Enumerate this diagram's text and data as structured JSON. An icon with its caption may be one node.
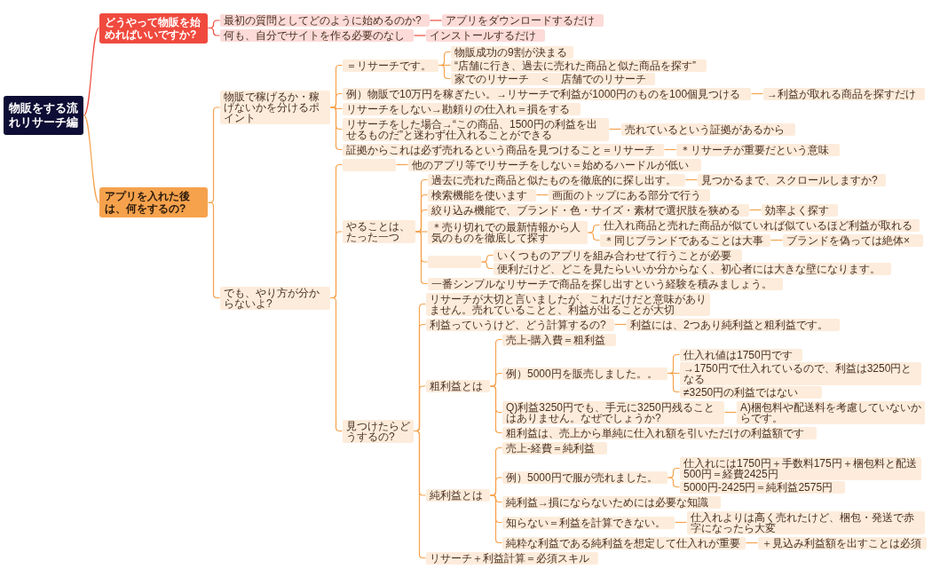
{
  "diagram": {
    "nodes": [
      {
        "text": [
          "物販をする流れリサーチ編"
        ]
      },
      {
        "text": [
          "どうやって物販を始めればいいですか?"
        ]
      },
      {
        "text": [
          "最初の質問としてどのように始めるのか?"
        ]
      },
      {
        "text": [
          "アプリをダウンロードするだけ"
        ]
      },
      {
        "text": [
          "何も、自分でサイトを作る必要のなし"
        ]
      },
      {
        "text": [
          "インストールするだけ"
        ]
      },
      {
        "text": [
          "アプリを入れた後は、何をするの?"
        ]
      },
      {
        "text": [
          "物販で稼げるか・稼げないかを分けるポイント"
        ]
      },
      {
        "text": [
          "＝リサーチです。"
        ]
      },
      {
        "text": [
          "物販成功の9割が決まる"
        ]
      },
      {
        "text": [
          "“店舗に行き、過去に売れた商品と似た商品を探す”"
        ]
      },
      {
        "text": [
          "家でのリサーチ　＜　店舗でのリサーチ"
        ]
      },
      {
        "text": [
          "例）物販で10万円を稼ぎたい。→リサーチで利益が1000円のものを100個見つける"
        ]
      },
      {
        "text": [
          "→利益が取れる商品を探すだけ"
        ]
      },
      {
        "text": [
          "リサーチをしない→勘頼りの仕入れ＝損をする"
        ]
      },
      {
        "text": [
          "リサーチをした場合→“この商品、1500円の利益を出せるものだ”と迷わず仕入れることができる"
        ]
      },
      {
        "text": [
          "売れているという証拠があるから"
        ]
      },
      {
        "text": [
          "証拠からこれは必ず売れるという商品を見つけること＝リサーチ"
        ]
      },
      {
        "text": [
          "＊リサーチが重要だという意味"
        ]
      },
      {
        "text": [
          "でも、やり方が分からないよ?"
        ]
      },
      {
        "text": [],
        "shape": "box"
      },
      {
        "text": [
          "他のアプリ等でリサーチをしない＝始めるハードルが低い"
        ]
      },
      {
        "text": [
          "やることは、たった一つ"
        ]
      },
      {
        "text": [
          "過去に売れた商品と似たものを徹底的に探し出す。"
        ]
      },
      {
        "text": [
          "見つかるまで、スクロールしますか?"
        ]
      },
      {
        "text": [
          "検索機能を使います"
        ]
      },
      {
        "text": [
          "画面のトップにある部分で行う"
        ]
      },
      {
        "text": [
          "絞り込み機能で、ブランド・色・サイズ・素材で選択肢を狭める"
        ]
      },
      {
        "text": [
          "効率よく探す"
        ]
      },
      {
        "text": [
          "＊売り切れでの最新情報から人気のものを徹底して探す"
        ]
      },
      {
        "text": [
          "仕入れ商品と売れた商品が似ていれば似ているほど利益が取れる"
        ]
      },
      {
        "text": [
          "＊同じブランドであることは大事"
        ]
      },
      {
        "text": [
          "ブランドを偽っては絶体×"
        ]
      },
      {
        "text": [],
        "shape": "box"
      },
      {
        "text": [
          "いくつものアプリを組み合わせて行うことが必要"
        ]
      },
      {
        "text": [
          "便利だけど、どこを見たらいいか分からなく、初心者には大きな壁になります。"
        ]
      },
      {
        "text": [
          "一番シンプルなリサーチで商品を探し出すという経験を積みましょう。"
        ]
      },
      {
        "text": [
          "見つけたらどうするの?"
        ]
      },
      {
        "text": [
          "リサーチが大切と言いましたが、これだけだと意味がありません。売れていることと、利益が出ることが大切"
        ]
      },
      {
        "text": [
          "利益っていうけど、どう計算するの?"
        ]
      },
      {
        "text": [
          "利益には、2つあり純利益と粗利益です。"
        ]
      },
      {
        "text": [
          "粗利益とは"
        ]
      },
      {
        "text": [
          "売上-購入費＝粗利益"
        ]
      },
      {
        "text": [
          "例）5000円を販売しました。。"
        ]
      },
      {
        "text": [
          "仕入れ値は1750円です"
        ]
      },
      {
        "text": [
          "→1750円で仕入れているので、利益は3250円となる"
        ]
      },
      {
        "text": [
          "≠3250円の利益ではない"
        ]
      },
      {
        "text": [
          "Q)利益3250円でも、手元に3250円残ることはありません。なぜでしょうか?"
        ]
      },
      {
        "text": [
          "A)梱包料や配送料を考慮していないからです。"
        ]
      },
      {
        "text": [
          "粗利益は、売上から単純に仕入れ額を引いただけの利益額です"
        ]
      },
      {
        "text": [
          "純利益とは"
        ]
      },
      {
        "text": [
          "売上-経費＝純利益"
        ]
      },
      {
        "text": [
          "例）5000円で服が売れました。"
        ]
      },
      {
        "text": [
          "仕入れには1750円＋手数料175円＋梱包料と配送500円＝経費2425円"
        ]
      },
      {
        "text": [
          "5000円-2425円＝純利益2575円"
        ]
      },
      {
        "text": [
          "純利益→損にならないためには必要な知識"
        ]
      },
      {
        "text": [
          "知らない＝利益を計算できない。"
        ]
      },
      {
        "text": [
          "仕入れよりは高く売れたけど、梱包・発送で赤字になったら大変"
        ]
      },
      {
        "text": [
          "純粋な利益である純利益を想定して仕入れが重要"
        ]
      },
      {
        "text": [
          "＋見込み利益額を出すことは必須"
        ]
      },
      {
        "text": [
          "リサーチ＋利益計算＝必須スキル"
        ]
      }
    ],
    "edges": [
      {
        "from": 0,
        "to": 1,
        "arrow": "none",
        "color": "#f04a3e"
      },
      {
        "from": 1,
        "to": 2,
        "arrow": "none",
        "color": "#f04a3e"
      },
      {
        "from": 2,
        "to": 3,
        "arrow": "none",
        "color": "#f04a3e"
      },
      {
        "from": 1,
        "to": 4,
        "arrow": "none",
        "color": "#f04a3e"
      },
      {
        "from": 4,
        "to": 5,
        "arrow": "none",
        "color": "#f04a3e"
      },
      {
        "from": 0,
        "to": 6,
        "arrow": "none"
      },
      {
        "from": 6,
        "to": 7,
        "arrow": "none"
      },
      {
        "from": 7,
        "to": 8,
        "arrow": "none"
      },
      {
        "from": 8,
        "to": 9,
        "arrow": "none"
      },
      {
        "from": 8,
        "to": 10,
        "arrow": "none"
      },
      {
        "from": 8,
        "to": 11,
        "arrow": "none"
      },
      {
        "from": 7,
        "to": 12,
        "arrow": "none"
      },
      {
        "from": 12,
        "to": 13,
        "arrow": "none"
      },
      {
        "from": 7,
        "to": 14,
        "arrow": "none"
      },
      {
        "from": 7,
        "to": 15,
        "arrow": "none"
      },
      {
        "from": 15,
        "to": 16,
        "arrow": "none"
      },
      {
        "from": 7,
        "to": 17,
        "arrow": "none"
      },
      {
        "from": 17,
        "to": 18,
        "arrow": "none"
      },
      {
        "from": 6,
        "to": 19,
        "arrow": "none"
      },
      {
        "from": 19,
        "to": 20,
        "arrow": "none"
      },
      {
        "from": 20,
        "to": 21,
        "arrow": "none"
      },
      {
        "from": 19,
        "to": 22,
        "arrow": "none"
      },
      {
        "from": 22,
        "to": 23,
        "arrow": "none"
      },
      {
        "from": 23,
        "to": 24,
        "arrow": "none"
      },
      {
        "from": 22,
        "to": 25,
        "arrow": "none"
      },
      {
        "from": 25,
        "to": 26,
        "arrow": "none"
      },
      {
        "from": 22,
        "to": 27,
        "arrow": "none"
      },
      {
        "from": 27,
        "to": 28,
        "arrow": "none"
      },
      {
        "from": 22,
        "to": 29,
        "arrow": "none"
      },
      {
        "from": 29,
        "to": 30,
        "arrow": "none"
      },
      {
        "from": 29,
        "to": 31,
        "arrow": "none"
      },
      {
        "from": 31,
        "to": 32,
        "arrow": "none"
      },
      {
        "from": 22,
        "to": 33,
        "arrow": "none"
      },
      {
        "from": 33,
        "to": 34,
        "arrow": "none"
      },
      {
        "from": 33,
        "to": 35,
        "arrow": "none"
      },
      {
        "from": 22,
        "to": 36,
        "arrow": "none"
      },
      {
        "from": 19,
        "to": 37,
        "arrow": "none"
      },
      {
        "from": 37,
        "to": 38,
        "arrow": "none"
      },
      {
        "from": 37,
        "to": 39,
        "arrow": "none"
      },
      {
        "from": 39,
        "to": 40,
        "arrow": "none"
      },
      {
        "from": 37,
        "to": 41,
        "arrow": "none"
      },
      {
        "from": 41,
        "to": 42,
        "arrow": "none"
      },
      {
        "from": 41,
        "to": 43,
        "arrow": "none"
      },
      {
        "from": 43,
        "to": 44,
        "arrow": "none"
      },
      {
        "from": 43,
        "to": 45,
        "arrow": "none"
      },
      {
        "from": 43,
        "to": 46,
        "arrow": "none"
      },
      {
        "from": 41,
        "to": 47,
        "arrow": "none"
      },
      {
        "from": 47,
        "to": 48,
        "arrow": "none"
      },
      {
        "from": 41,
        "to": 49,
        "arrow": "none"
      },
      {
        "from": 37,
        "to": 50,
        "arrow": "none"
      },
      {
        "from": 50,
        "to": 51,
        "arrow": "none"
      },
      {
        "from": 50,
        "to": 52,
        "arrow": "none"
      },
      {
        "from": 52,
        "to": 53,
        "arrow": "none"
      },
      {
        "from": 52,
        "to": 54,
        "arrow": "none"
      },
      {
        "from": 50,
        "to": 55,
        "arrow": "none"
      },
      {
        "from": 50,
        "to": 56,
        "arrow": "none"
      },
      {
        "from": 56,
        "to": 57,
        "arrow": "none"
      },
      {
        "from": 50,
        "to": 58,
        "arrow": "none"
      },
      {
        "from": 58,
        "to": 59,
        "arrow": "none"
      },
      {
        "from": 37,
        "to": 60,
        "arrow": "none"
      }
    ]
  }
}
